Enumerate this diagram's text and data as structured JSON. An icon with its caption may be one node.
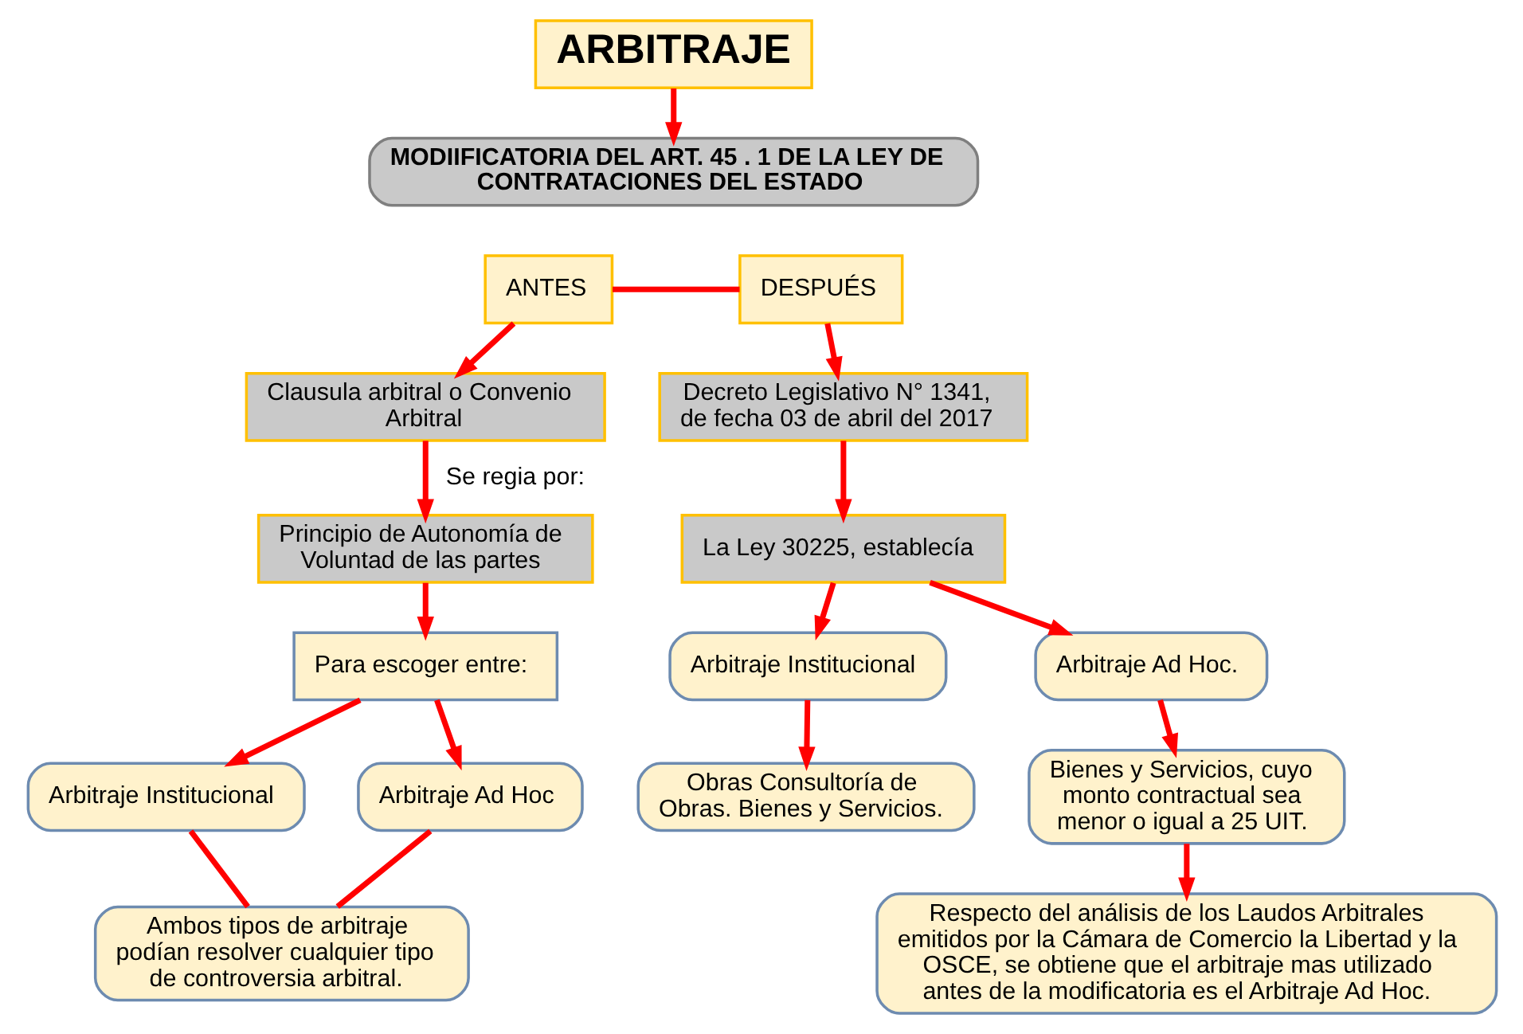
{
  "diagram": {
    "nodes": [
      {
        "text": [
          "ARBITRAJE"
        ]
      },
      {
        "text": [
          "MODIIFICATORIA DEL ART. 45 . 1 DE LA LEY DE CONTRATACIONES DEL ESTADO"
        ]
      },
      {
        "text": [
          "ANTES"
        ]
      },
      {
        "text": [
          "DESPUÉS"
        ]
      },
      {
        "text": [
          "Clausula arbitral o Convenio Arbitral"
        ]
      },
      {
        "text": [
          "Principio de Autonomía de Voluntad de las partes"
        ]
      },
      {
        "text": [
          "Para escoger entre:"
        ]
      },
      {
        "text": [
          "Arbitraje Institucional"
        ]
      },
      {
        "text": [
          "Arbitraje Ad Hoc"
        ]
      },
      {
        "text": [
          "Ambos tipos de arbitraje podían resolver cualquier tipo de controversia arbitral."
        ]
      },
      {
        "text": [
          "Decreto Legislativo N° 1341, de fecha 03 de abril del 2017"
        ]
      },
      {
        "text": [
          "La Ley 30225, establecía"
        ]
      },
      {
        "text": [
          "Arbitraje Institucional"
        ]
      },
      {
        "text": [
          "Arbitraje Ad Hoc."
        ]
      },
      {
        "text": [
          "Obras Consultoría de Obras. Bienes y Servicios."
        ]
      },
      {
        "text": [
          "Bienes y Servicios, cuyo monto contractual sea menor o igual a 25 UIT."
        ]
      },
      {
        "text": [
          "Respecto del análisis de los Laudos Arbitrales emitidos por la Cámara de Comercio la Libertad y la OSCE, se obtiene que el arbitraje mas utilizado antes de la modificatoria es el Arbitraje Ad Hoc."
        ]
      }
    ],
    "edges": [
      {
        "from": 0,
        "to": 1,
        "arrow": "to"
      },
      {
        "from": 2,
        "to": 3,
        "arrow": "none"
      },
      {
        "from": 2,
        "to": 4,
        "arrow": "to"
      },
      {
        "from": 4,
        "to": 5,
        "arrow": "to",
        "label": "Se regia por:"
      },
      {
        "from": 5,
        "to": 6,
        "arrow": "to"
      },
      {
        "from": 6,
        "to": 7,
        "arrow": "to"
      },
      {
        "from": 6,
        "to": 8,
        "arrow": "to"
      },
      {
        "from": 7,
        "to": 9,
        "arrow": "none"
      },
      {
        "from": 8,
        "to": 9,
        "arrow": "none"
      },
      {
        "from": 3,
        "to": 10,
        "arrow": "to"
      },
      {
        "from": 10,
        "to": 11,
        "arrow": "to"
      },
      {
        "from": 11,
        "to": 12,
        "arrow": "to"
      },
      {
        "from": 11,
        "to": 13,
        "arrow": "to"
      },
      {
        "from": 12,
        "to": 14,
        "arrow": "to"
      },
      {
        "from": 13,
        "to": 15,
        "arrow": "to"
      },
      {
        "from": 15,
        "to": 16,
        "arrow": "to"
      }
    ]
  }
}
